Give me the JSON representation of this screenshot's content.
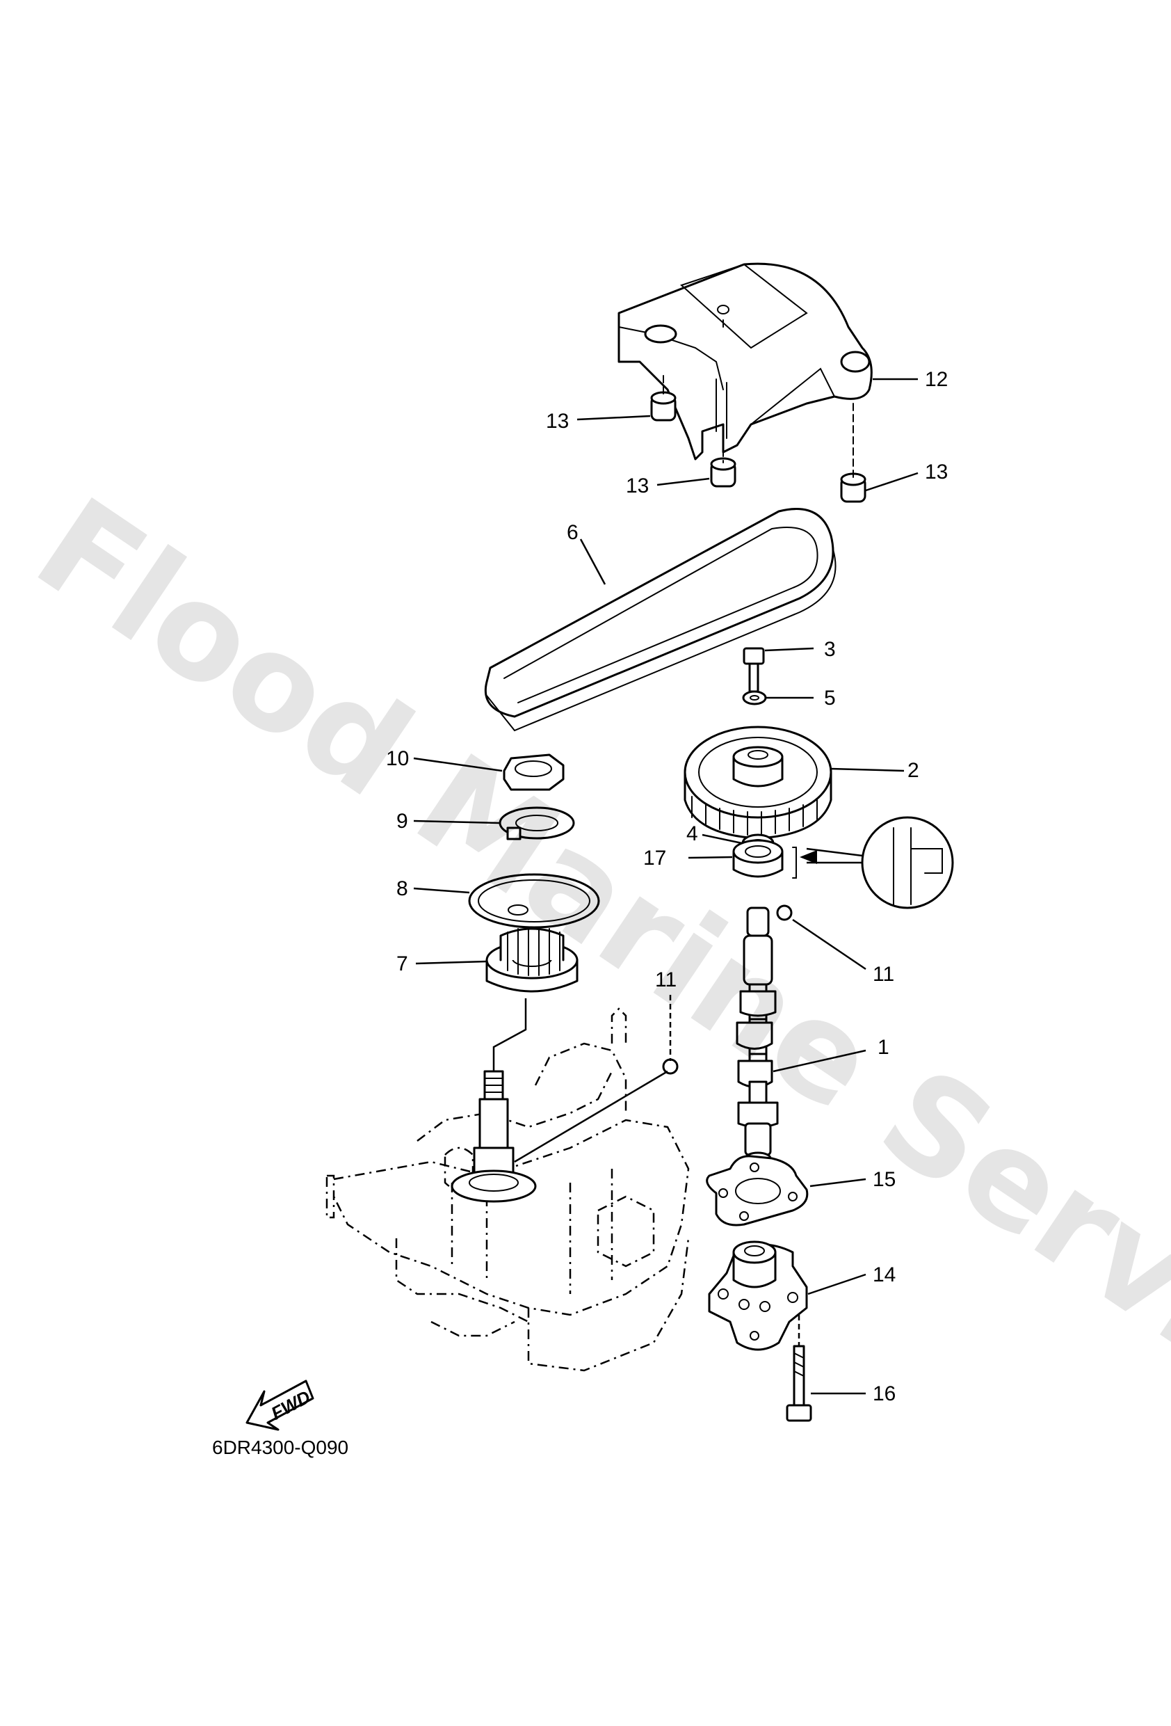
{
  "diagram": {
    "code": "6DR4300-Q090",
    "watermark": "Flood Marine Services",
    "direction_label": "FWD",
    "callouts": [
      {
        "id": "c1",
        "text": "1"
      },
      {
        "id": "c2",
        "text": "2"
      },
      {
        "id": "c3",
        "text": "3"
      },
      {
        "id": "c4",
        "text": "4"
      },
      {
        "id": "c5",
        "text": "5"
      },
      {
        "id": "c6",
        "text": "6"
      },
      {
        "id": "c7",
        "text": "7"
      },
      {
        "id": "c8",
        "text": "8"
      },
      {
        "id": "c9",
        "text": "9"
      },
      {
        "id": "c10",
        "text": "10"
      },
      {
        "id": "c11a",
        "text": "11"
      },
      {
        "id": "c11b",
        "text": "11"
      },
      {
        "id": "c12",
        "text": "12"
      },
      {
        "id": "c13a",
        "text": "13"
      },
      {
        "id": "c13b",
        "text": "13"
      },
      {
        "id": "c13c",
        "text": "13"
      },
      {
        "id": "c14",
        "text": "14"
      },
      {
        "id": "c15",
        "text": "15"
      },
      {
        "id": "c16",
        "text": "16"
      },
      {
        "id": "c17",
        "text": "17"
      }
    ]
  }
}
